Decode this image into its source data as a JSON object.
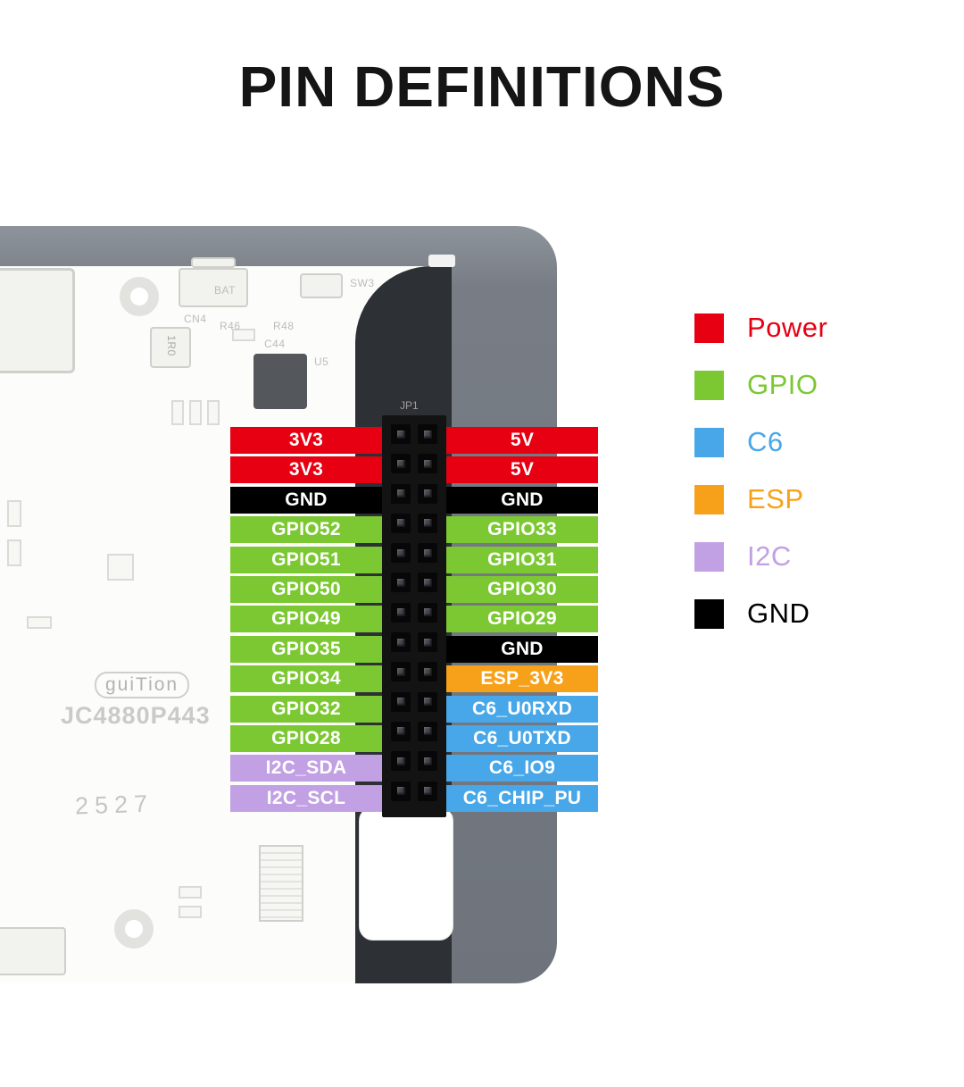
{
  "title": "PIN DEFINITIONS",
  "colors": {
    "power": "#e60012",
    "gpio": "#7cc832",
    "c6": "#47a7e8",
    "esp": "#f7a11a",
    "i2c": "#c1a0e4",
    "gnd": "#000000"
  },
  "legend": [
    {
      "label": "Power",
      "type": "power"
    },
    {
      "label": "GPIO",
      "type": "gpio"
    },
    {
      "label": "C6",
      "type": "c6"
    },
    {
      "label": "ESP",
      "type": "esp"
    },
    {
      "label": "I2C",
      "type": "i2c"
    },
    {
      "label": "GND",
      "type": "gnd"
    }
  ],
  "pins": {
    "left": [
      {
        "label": "3V3",
        "type": "power"
      },
      {
        "label": "3V3",
        "type": "power"
      },
      {
        "label": "GND",
        "type": "gnd"
      },
      {
        "label": "GPIO52",
        "type": "gpio"
      },
      {
        "label": "GPIO51",
        "type": "gpio"
      },
      {
        "label": "GPIO50",
        "type": "gpio"
      },
      {
        "label": "GPIO49",
        "type": "gpio"
      },
      {
        "label": "GPIO35",
        "type": "gpio"
      },
      {
        "label": "GPIO34",
        "type": "gpio"
      },
      {
        "label": "GPIO32",
        "type": "gpio"
      },
      {
        "label": "GPIO28",
        "type": "gpio"
      },
      {
        "label": "I2C_SDA",
        "type": "i2c"
      },
      {
        "label": "I2C_SCL",
        "type": "i2c"
      }
    ],
    "right": [
      {
        "label": "5V",
        "type": "power"
      },
      {
        "label": "5V",
        "type": "power"
      },
      {
        "label": "GND",
        "type": "gnd"
      },
      {
        "label": "GPIO33",
        "type": "gpio"
      },
      {
        "label": "GPIO31",
        "type": "gpio"
      },
      {
        "label": "GPIO30",
        "type": "gpio"
      },
      {
        "label": "GPIO29",
        "type": "gpio"
      },
      {
        "label": "GND",
        "type": "gnd"
      },
      {
        "label": "ESP_3V3",
        "type": "esp"
      },
      {
        "label": "C6_U0RXD",
        "type": "c6"
      },
      {
        "label": "C6_U0TXD",
        "type": "c6"
      },
      {
        "label": "C6_IO9",
        "type": "c6"
      },
      {
        "label": "C6_CHIP_PU",
        "type": "c6"
      }
    ]
  },
  "board": {
    "connector_label": "JP1",
    "model": "JC4880P443",
    "brand": "guiTion",
    "date_code": "2527",
    "silkscreen": {
      "bat": "BAT",
      "sw3": "SW3",
      "u5": "U5",
      "c44": "C44",
      "cn4": "CN4",
      "r46": "R46",
      "r48": "R48",
      "l1r0": "1R0"
    }
  }
}
